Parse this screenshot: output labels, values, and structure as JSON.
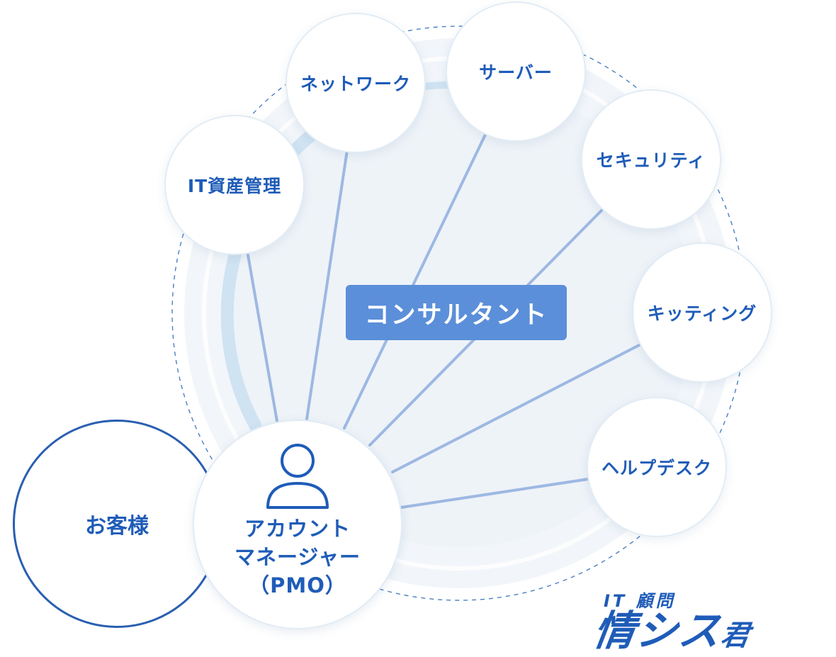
{
  "nodes": {
    "it_asset": "IT資産管理",
    "network": "ネットワーク",
    "server": "サーバー",
    "security": "セキュリティ",
    "kitting": "キッティング",
    "helpdesk": "ヘルプデスク"
  },
  "center": {
    "consultant": "コンサルタント"
  },
  "customer": {
    "label": "お客様"
  },
  "pmo": {
    "line1": "アカウント",
    "line2": "マネージャー",
    "line3": "（PMO）"
  },
  "logo": {
    "top": "IT 顧問",
    "main": "情シス",
    "suffix": "君"
  },
  "colors": {
    "primary_text": "#1f5cb8",
    "consultant_bg": "#5b8fd9",
    "spoke": "#9db8e2",
    "disk": "#eef3f8"
  }
}
